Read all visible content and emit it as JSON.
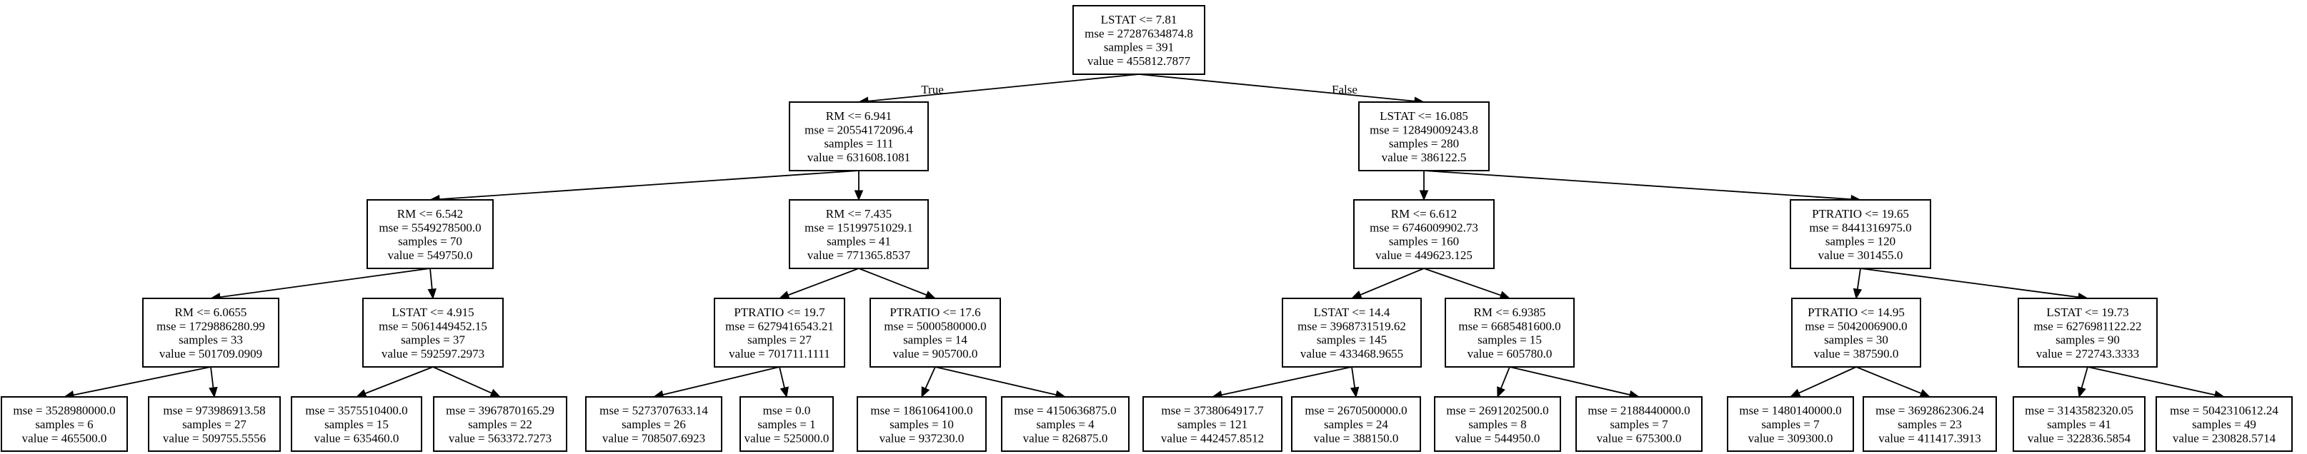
{
  "tree": {
    "nodes": [
      {
        "id": "n0",
        "lines": [
          "LSTAT <= 7.81",
          "mse = 27287634874.8",
          "samples = 391",
          "value = 455812.7877"
        ]
      },
      {
        "id": "n1",
        "lines": [
          "RM <= 6.941",
          "mse = 20554172096.4",
          "samples = 111",
          "value = 631608.1081"
        ]
      },
      {
        "id": "n2",
        "lines": [
          "LSTAT <= 16.085",
          "mse = 12849009243.8",
          "samples = 280",
          "value = 386122.5"
        ]
      },
      {
        "id": "n3",
        "lines": [
          "RM <= 6.542",
          "mse = 5549278500.0",
          "samples = 70",
          "value = 549750.0"
        ]
      },
      {
        "id": "n4",
        "lines": [
          "RM <= 7.435",
          "mse = 15199751029.1",
          "samples = 41",
          "value = 771365.8537"
        ]
      },
      {
        "id": "n5",
        "lines": [
          "RM <= 6.612",
          "mse = 6746009902.73",
          "samples = 160",
          "value = 449623.125"
        ]
      },
      {
        "id": "n6",
        "lines": [
          "PTRATIO <= 19.65",
          "mse = 8441316975.0",
          "samples = 120",
          "value = 301455.0"
        ]
      },
      {
        "id": "n7",
        "lines": [
          "RM <= 6.0655",
          "mse = 1729886280.99",
          "samples = 33",
          "value = 501709.0909"
        ]
      },
      {
        "id": "n8",
        "lines": [
          "LSTAT <= 4.915",
          "mse = 5061449452.15",
          "samples = 37",
          "value = 592597.2973"
        ]
      },
      {
        "id": "n9",
        "lines": [
          "PTRATIO <= 19.7",
          "mse = 6279416543.21",
          "samples = 27",
          "value = 701711.1111"
        ]
      },
      {
        "id": "n10",
        "lines": [
          "PTRATIO <= 17.6",
          "mse = 5000580000.0",
          "samples = 14",
          "value = 905700.0"
        ]
      },
      {
        "id": "n11",
        "lines": [
          "LSTAT <= 14.4",
          "mse = 3968731519.62",
          "samples = 145",
          "value = 433468.9655"
        ]
      },
      {
        "id": "n12",
        "lines": [
          "RM <= 6.9385",
          "mse = 6685481600.0",
          "samples = 15",
          "value = 605780.0"
        ]
      },
      {
        "id": "n13",
        "lines": [
          "PTRATIO <= 14.95",
          "mse = 5042006900.0",
          "samples = 30",
          "value = 387590.0"
        ]
      },
      {
        "id": "n14",
        "lines": [
          "LSTAT <= 19.73",
          "mse = 6276981122.22",
          "samples = 90",
          "value = 272743.3333"
        ]
      },
      {
        "id": "n15",
        "lines": [
          "mse = 3528980000.0",
          "samples = 6",
          "value = 465500.0"
        ]
      },
      {
        "id": "n16",
        "lines": [
          "mse = 973986913.58",
          "samples = 27",
          "value = 509755.5556"
        ]
      },
      {
        "id": "n17",
        "lines": [
          "mse = 3575510400.0",
          "samples = 15",
          "value = 635460.0"
        ]
      },
      {
        "id": "n18",
        "lines": [
          "mse = 3967870165.29",
          "samples = 22",
          "value = 563372.7273"
        ]
      },
      {
        "id": "n19",
        "lines": [
          "mse = 5273707633.14",
          "samples = 26",
          "value = 708507.6923"
        ]
      },
      {
        "id": "n20",
        "lines": [
          "mse = 0.0",
          "samples = 1",
          "value = 525000.0"
        ]
      },
      {
        "id": "n21",
        "lines": [
          "mse = 1861064100.0",
          "samples = 10",
          "value = 937230.0"
        ]
      },
      {
        "id": "n22",
        "lines": [
          "mse = 4150636875.0",
          "samples = 4",
          "value = 826875.0"
        ]
      },
      {
        "id": "n23",
        "lines": [
          "mse = 3738064917.7",
          "samples = 121",
          "value = 442457.8512"
        ]
      },
      {
        "id": "n24",
        "lines": [
          "mse = 2670500000.0",
          "samples = 24",
          "value = 388150.0"
        ]
      },
      {
        "id": "n25",
        "lines": [
          "mse = 2691202500.0",
          "samples = 8",
          "value = 544950.0"
        ]
      },
      {
        "id": "n26",
        "lines": [
          "mse = 2188440000.0",
          "samples = 7",
          "value = 675300.0"
        ]
      },
      {
        "id": "n27",
        "lines": [
          "mse = 1480140000.0",
          "samples = 7",
          "value = 309300.0"
        ]
      },
      {
        "id": "n28",
        "lines": [
          "mse = 3692862306.24",
          "samples = 23",
          "value = 411417.3913"
        ]
      },
      {
        "id": "n29",
        "lines": [
          "mse = 3143582320.05",
          "samples = 41",
          "value = 322836.5854"
        ]
      },
      {
        "id": "n30",
        "lines": [
          "mse = 5042310612.24",
          "samples = 49",
          "value = 230828.5714"
        ]
      }
    ],
    "edges": [
      {
        "from": "n0",
        "to": "n1",
        "label": "True"
      },
      {
        "from": "n0",
        "to": "n2",
        "label": "False"
      },
      {
        "from": "n1",
        "to": "n3"
      },
      {
        "from": "n1",
        "to": "n4"
      },
      {
        "from": "n2",
        "to": "n5"
      },
      {
        "from": "n2",
        "to": "n6"
      },
      {
        "from": "n3",
        "to": "n7"
      },
      {
        "from": "n3",
        "to": "n8"
      },
      {
        "from": "n4",
        "to": "n9"
      },
      {
        "from": "n4",
        "to": "n10"
      },
      {
        "from": "n5",
        "to": "n11"
      },
      {
        "from": "n5",
        "to": "n12"
      },
      {
        "from": "n6",
        "to": "n13"
      },
      {
        "from": "n6",
        "to": "n14"
      },
      {
        "from": "n7",
        "to": "n15"
      },
      {
        "from": "n7",
        "to": "n16"
      },
      {
        "from": "n8",
        "to": "n17"
      },
      {
        "from": "n8",
        "to": "n18"
      },
      {
        "from": "n9",
        "to": "n19"
      },
      {
        "from": "n9",
        "to": "n20"
      },
      {
        "from": "n10",
        "to": "n21"
      },
      {
        "from": "n10",
        "to": "n22"
      },
      {
        "from": "n11",
        "to": "n23"
      },
      {
        "from": "n11",
        "to": "n24"
      },
      {
        "from": "n12",
        "to": "n25"
      },
      {
        "from": "n12",
        "to": "n26"
      },
      {
        "from": "n13",
        "to": "n27"
      },
      {
        "from": "n13",
        "to": "n28"
      },
      {
        "from": "n14",
        "to": "n29"
      },
      {
        "from": "n14",
        "to": "n30"
      }
    ]
  }
}
